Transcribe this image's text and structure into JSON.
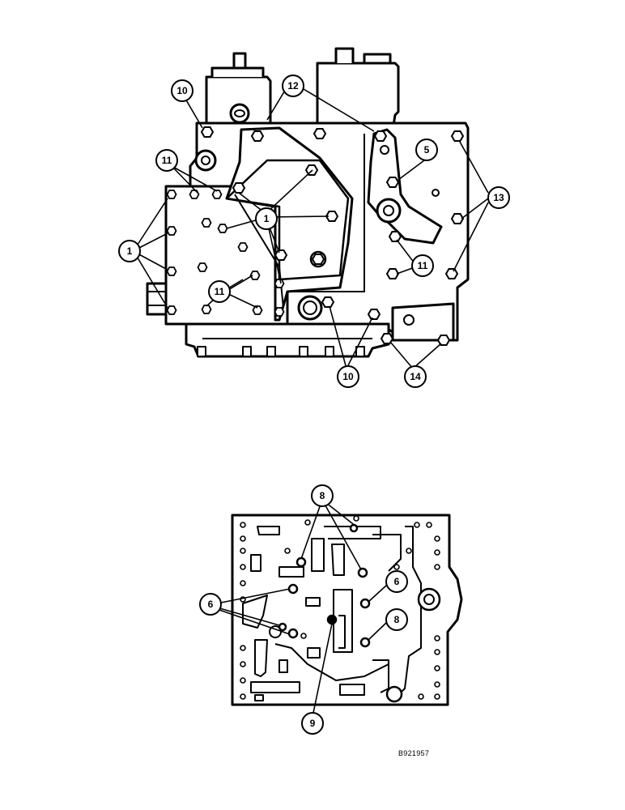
{
  "callouts": {
    "top_10a": "10",
    "top_12": "12",
    "top_5": "5",
    "top_11a": "11",
    "top_1a": "1",
    "top_13": "13",
    "top_1b": "1",
    "top_11b": "11",
    "top_11c": "11",
    "top_10b": "10",
    "top_14": "14",
    "bot_8a": "8",
    "bot_6a": "6",
    "bot_6b": "6",
    "bot_8b": "8",
    "bot_9": "9"
  },
  "figure_id": "B921957"
}
